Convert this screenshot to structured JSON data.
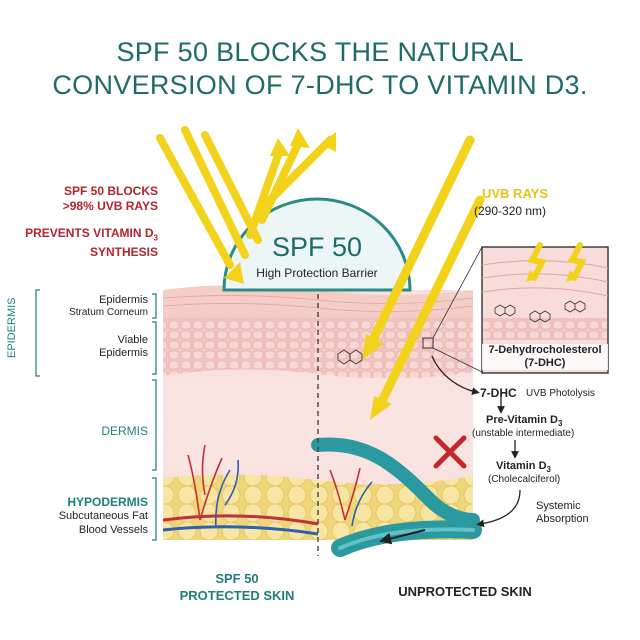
{
  "title_line1": "SPF 50 BLOCKS THE NATURAL",
  "title_line2": "CONVERSION OF 7-DHC TO VITAMIN D3.",
  "left_notes": {
    "blocks_line1": "SPF 50 BLOCKS",
    "blocks_line2": ">98% UVB RAYS",
    "prevents_line1": "PREVENTS VITAMIN D",
    "prevents_sub": "3",
    "prevents_line2": "SYNTHESIS"
  },
  "uvb": {
    "label": "UVB RAYS",
    "range": "(290-320 nm)"
  },
  "barrier": {
    "title": "SPF 50",
    "subtitle": "High Protection Barrier"
  },
  "layers": {
    "epidermis_bracket": "EPIDERMIS",
    "epidermis": "Epidermis",
    "stratum": "Stratum Corneum",
    "viable1": "Viable",
    "viable2": "Epidermis",
    "dermis": "DERMIS",
    "hypodermis": "HYPODERMIS",
    "fat": "Subcutaneous Fat",
    "vessels": "Blood Vessels"
  },
  "inset": {
    "line1": "7-Dehydrocholesterol",
    "line2": "(7-DHC)"
  },
  "pathway": {
    "dhc": "7-DHC",
    "photolysis": "UVB Photolysis",
    "previt": "Pre-Vitamin D",
    "previt_sub": "3",
    "unstable": "(unstable intermediate)",
    "vitd": "Vitamin D",
    "vitd_sub": "3",
    "chole": "(Cholecalciferol)",
    "systemic1": "Systemic",
    "systemic2": "Absorption"
  },
  "bottom": {
    "protected1": "SPF 50",
    "protected2": "PROTECTED SKIN",
    "unprotected": "UNPROTECTED SKIN"
  },
  "colors": {
    "title": "#1f6b68",
    "teal": "#1f7f7c",
    "red": "#b3242d",
    "ray": "#f2d21b",
    "skin": "#f3c7c4",
    "fat": "#f5e08f",
    "vessel": "#2a9aa0"
  },
  "icons": [
    "sun-ray-arrow",
    "blocked-x-icon",
    "down-arrow-icon",
    "molecule-icon"
  ]
}
